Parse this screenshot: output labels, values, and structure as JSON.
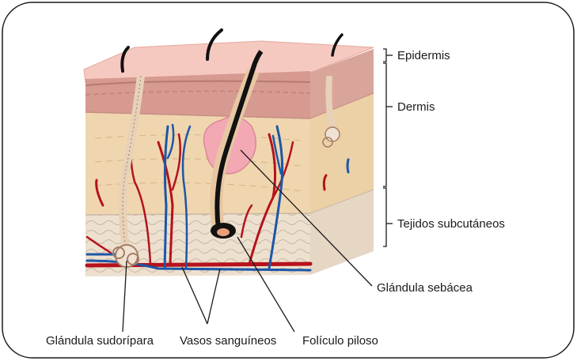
{
  "labels": {
    "epidermis": "Epidermis",
    "dermis": "Dermis",
    "subcutaneous": "Tejidos subcutáneos",
    "sebaceous_gland": "Glándula sebácea",
    "sweat_gland": "Glándula sudorípara",
    "blood_vessels": "Vasos sanguíneos",
    "hair_follicle": "Folículo piloso"
  },
  "colors": {
    "epidermis": "#f6c9c0",
    "dermis_top": "#d9a59a",
    "dermis": "#f0d6ae",
    "subcutaneous": "#ede0cf",
    "artery": "#b5121b",
    "vein": "#1b57a8",
    "hair": "#111111",
    "sebaceous": "#f3a9b4",
    "frame": "#1a1a1a"
  }
}
